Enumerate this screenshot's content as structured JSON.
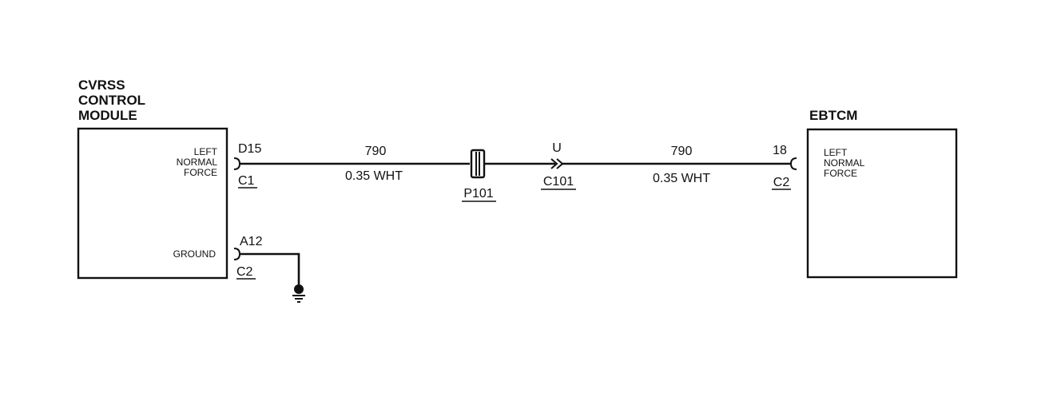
{
  "modules": {
    "cvrss": {
      "title_lines": [
        "CVRSS",
        "CONTROL",
        "MODULE"
      ],
      "pin_left_normal_force": [
        "LEFT",
        "NORMAL",
        "FORCE"
      ],
      "pin_ground": "GROUND"
    },
    "ebtcm": {
      "title": "EBTCM",
      "pin_left_normal_force": [
        "LEFT",
        "NORMAL",
        "FORCE"
      ]
    }
  },
  "terminals": {
    "cvrss_signal": {
      "pin": "D15",
      "connector": "C1"
    },
    "cvrss_ground": {
      "pin": "A12",
      "connector": "C2"
    },
    "inline": {
      "pin": "U",
      "connector": "C101"
    },
    "ebtcm_signal": {
      "pin": "18",
      "connector": "C2"
    }
  },
  "splice": {
    "name": "P101"
  },
  "wires": {
    "left": {
      "circuit": "790",
      "spec": "0.35 WHT"
    },
    "right": {
      "circuit": "790",
      "spec": "0.35 WHT"
    }
  }
}
